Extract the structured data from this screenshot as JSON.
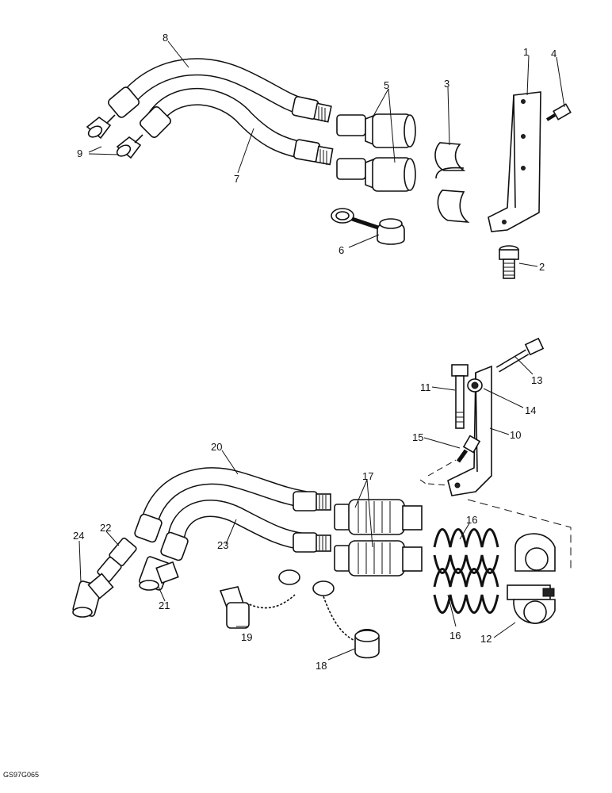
{
  "drawing_code": "GS97G065",
  "callouts": {
    "c1": "1",
    "c2": "2",
    "c3": "3",
    "c4": "4",
    "c5": "5",
    "c6": "6",
    "c7": "7",
    "c8": "8",
    "c9": "9",
    "c10": "10",
    "c11": "11",
    "c12": "12",
    "c13": "13",
    "c14": "14",
    "c15": "15",
    "c16a": "16",
    "c16b": "16",
    "c17": "17",
    "c18": "18",
    "c19": "19",
    "c20": "20",
    "c21": "21",
    "c22": "22",
    "c23": "23",
    "c24": "24"
  }
}
